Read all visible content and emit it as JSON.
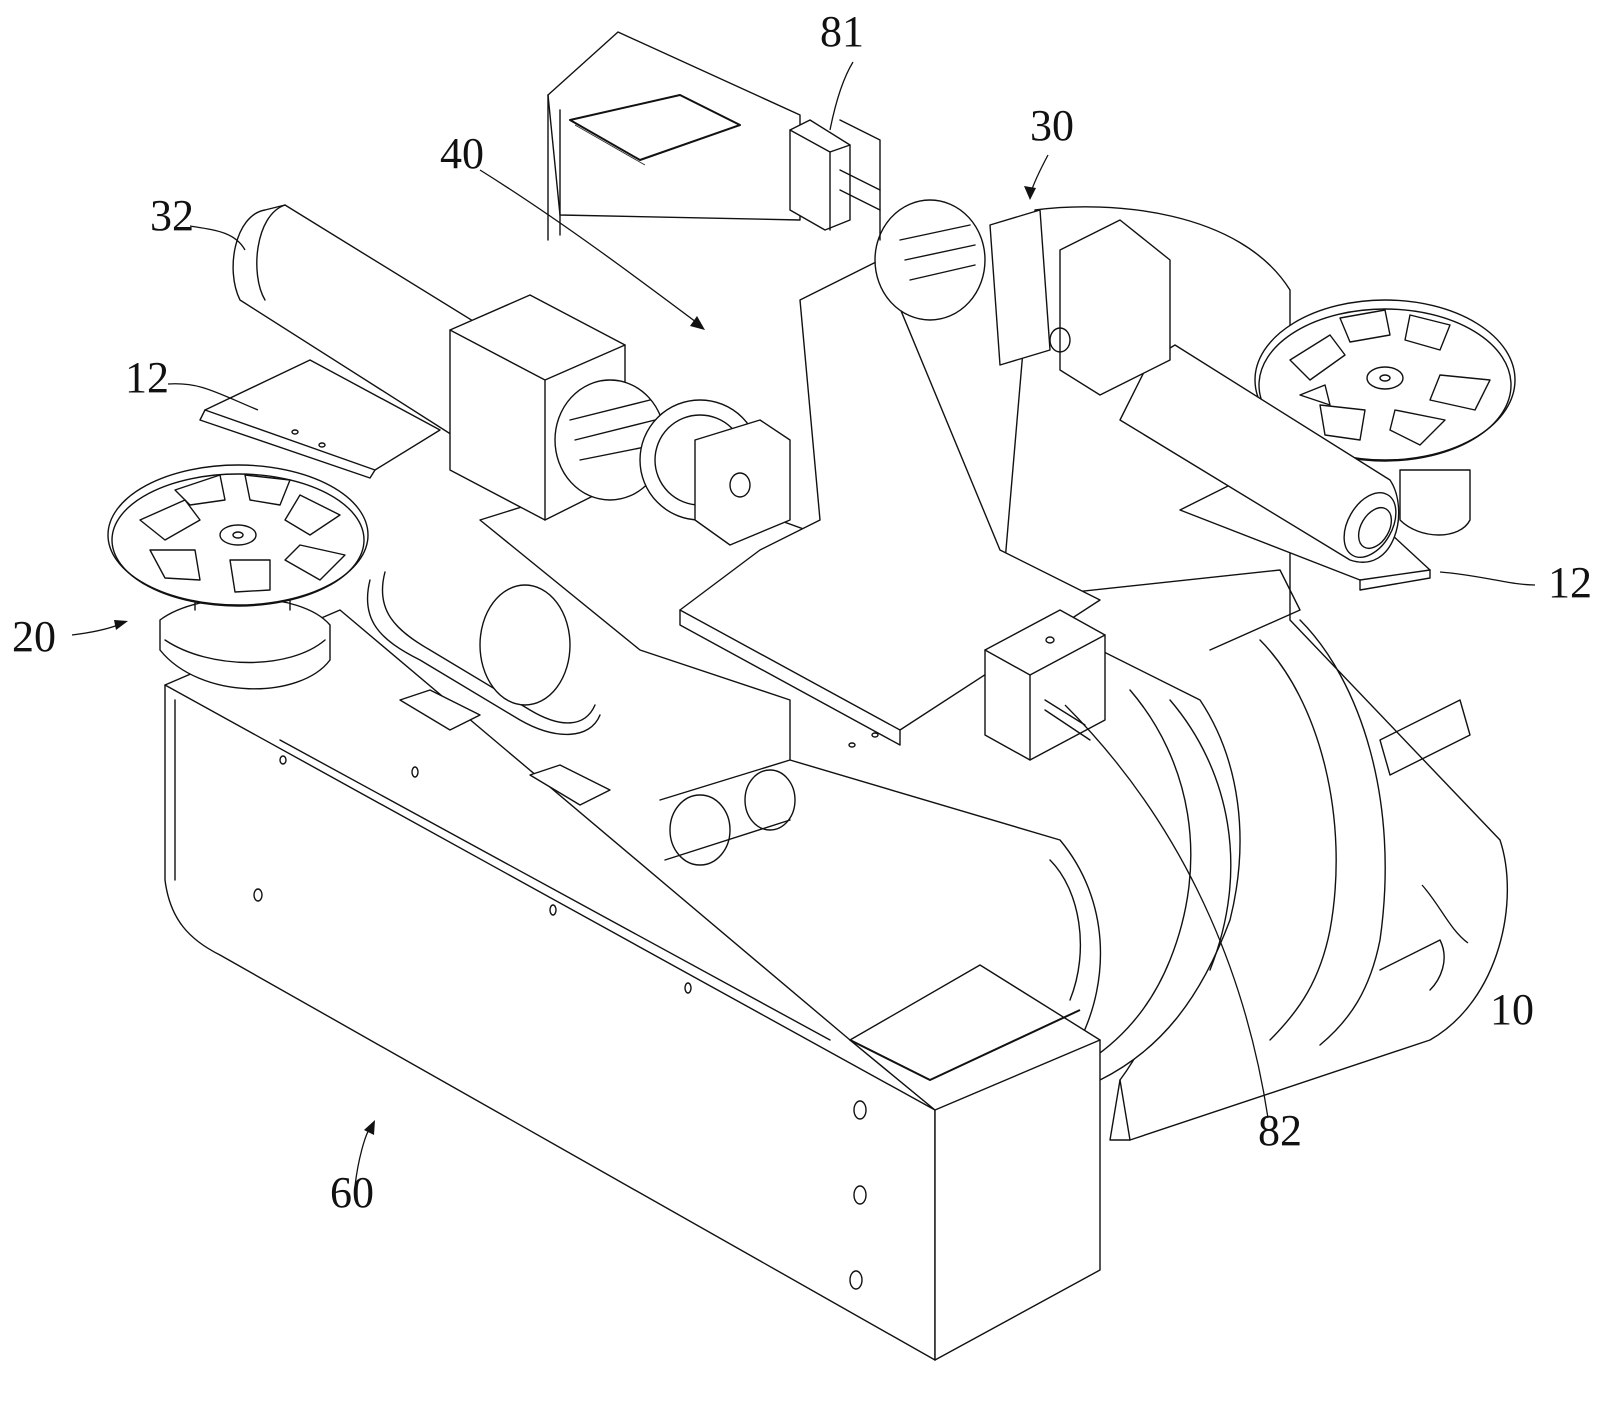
{
  "figure": {
    "type": "patent-style isometric line drawing",
    "subject": "mechanical device assembly with wheels, cylindrical rollers, gear drives and housing",
    "line_color": "#111111",
    "background": "#ffffff"
  },
  "labels": [
    {
      "id": "label-81",
      "text": "81",
      "leader": "line",
      "target": "block on upper frame"
    },
    {
      "id": "label-30",
      "text": "30",
      "leader": "arrow",
      "target": "right drive assembly"
    },
    {
      "id": "label-40",
      "text": "40",
      "leader": "arrow",
      "target": "central mechanism"
    },
    {
      "id": "label-32",
      "text": "32",
      "leader": "line",
      "target": "left cylindrical roller"
    },
    {
      "id": "label-12-left",
      "text": "12",
      "leader": "line",
      "target": "left top plate"
    },
    {
      "id": "label-12-right",
      "text": "12",
      "leader": "line",
      "target": "right top plate"
    },
    {
      "id": "label-20",
      "text": "20",
      "leader": "arrow",
      "target": "left wheel assembly"
    },
    {
      "id": "label-10",
      "text": "10",
      "leader": "line",
      "target": "main body"
    },
    {
      "id": "label-82",
      "text": "82",
      "leader": "line",
      "target": "block with pins on front"
    },
    {
      "id": "label-60",
      "text": "60",
      "leader": "arrow",
      "target": "front housing"
    }
  ]
}
